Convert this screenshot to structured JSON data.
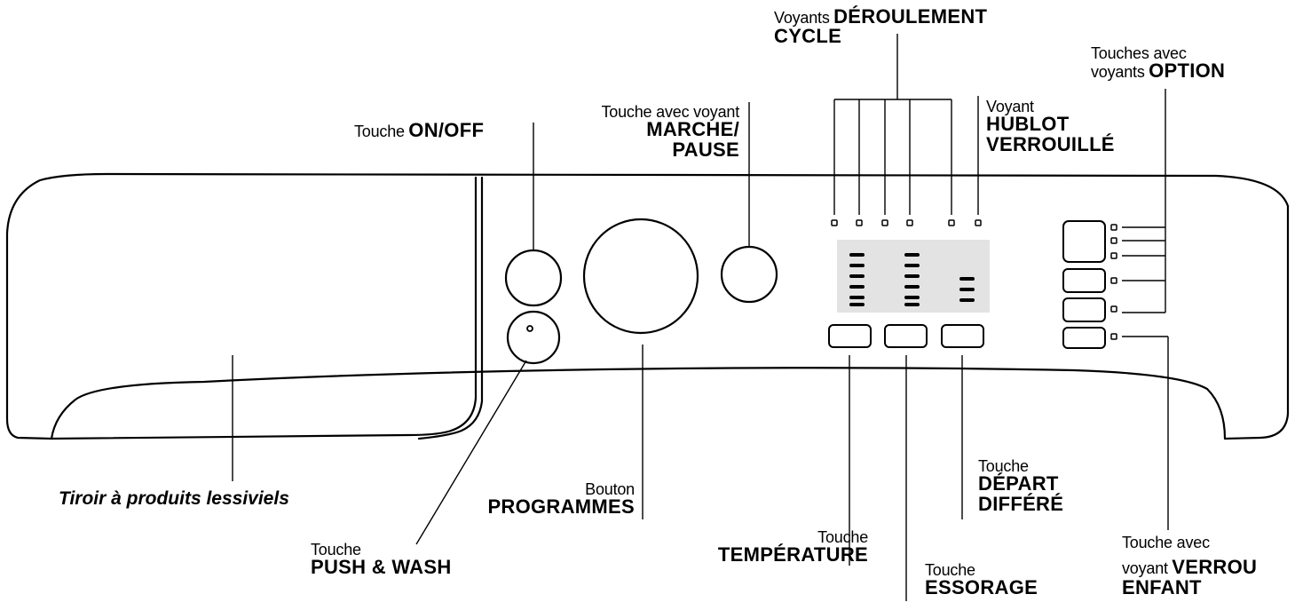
{
  "labels": {
    "voyants_deroulement": {
      "normal": "Voyants",
      "bold1": "DÉROULEMENT",
      "bold2": "CYCLE"
    },
    "touches_option": {
      "normal1": "Touches avec",
      "normal2": "voyants",
      "bold": "OPTION"
    },
    "hublot": {
      "normal": "Voyant",
      "bold1": "HUBLOT",
      "bold2": "VERROUILLÉ"
    },
    "marche_pause": {
      "normal": "Touche avec voyant",
      "bold1": "MARCHE/",
      "bold2": "PAUSE"
    },
    "on_off": {
      "normal": "Touche",
      "bold": "ON/OFF"
    },
    "tiroir": {
      "text": "Tiroir à produits lessiviels"
    },
    "push_wash": {
      "normal": "Touche",
      "bold": "PUSH & WASH"
    },
    "programmes": {
      "normal": "Bouton",
      "bold": "PROGRAMMES"
    },
    "temperature": {
      "normal": "Touche",
      "bold": "TEMPÉRATURE"
    },
    "essorage": {
      "normal": "Touche",
      "bold": "ESSORAGE"
    },
    "depart_differe": {
      "normal": "Touche",
      "bold1": "DÉPART",
      "bold2": "DIFFÉRÉ"
    },
    "verrou_enfant": {
      "normal1": "Touche avec",
      "normal2": "voyant",
      "bold1": "VERROU",
      "bold2": "ENFANT"
    }
  },
  "colors": {
    "line": "#000000",
    "display_panel": "#e3e3e3",
    "background": "#ffffff"
  }
}
